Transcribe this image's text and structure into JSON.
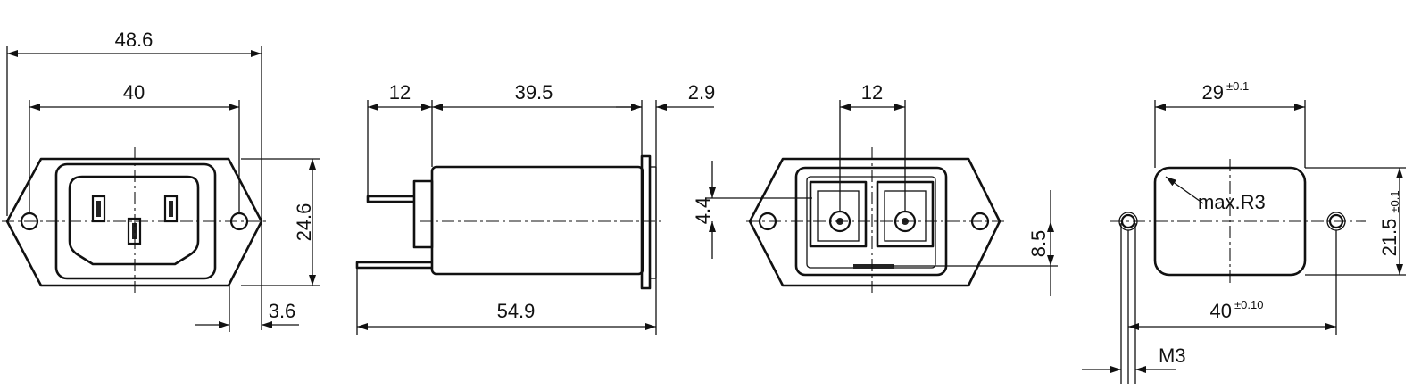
{
  "view1": {
    "overall_width": "48.6",
    "hole_spacing": "40",
    "height": "24.6",
    "flange_thickness": "3.6"
  },
  "view2": {
    "pin_length": "12",
    "body_length": "39.5",
    "flange_depth": "2.9",
    "total_length": "54.9"
  },
  "view3": {
    "contact_spacing": "12",
    "contact_offset": "4.4",
    "bottom_offset": "8.5"
  },
  "view4": {
    "cutout_width_value": "29",
    "cutout_width_tol": "±0.1",
    "cutout_height_value": "21.5",
    "cutout_height_tol": "±0.1",
    "corner_radius": "max.R3",
    "hole_spacing_value": "40",
    "hole_spacing_tol": "±0.10",
    "thread": "M3"
  },
  "colors": {
    "line": "#111111",
    "background": "#ffffff"
  }
}
